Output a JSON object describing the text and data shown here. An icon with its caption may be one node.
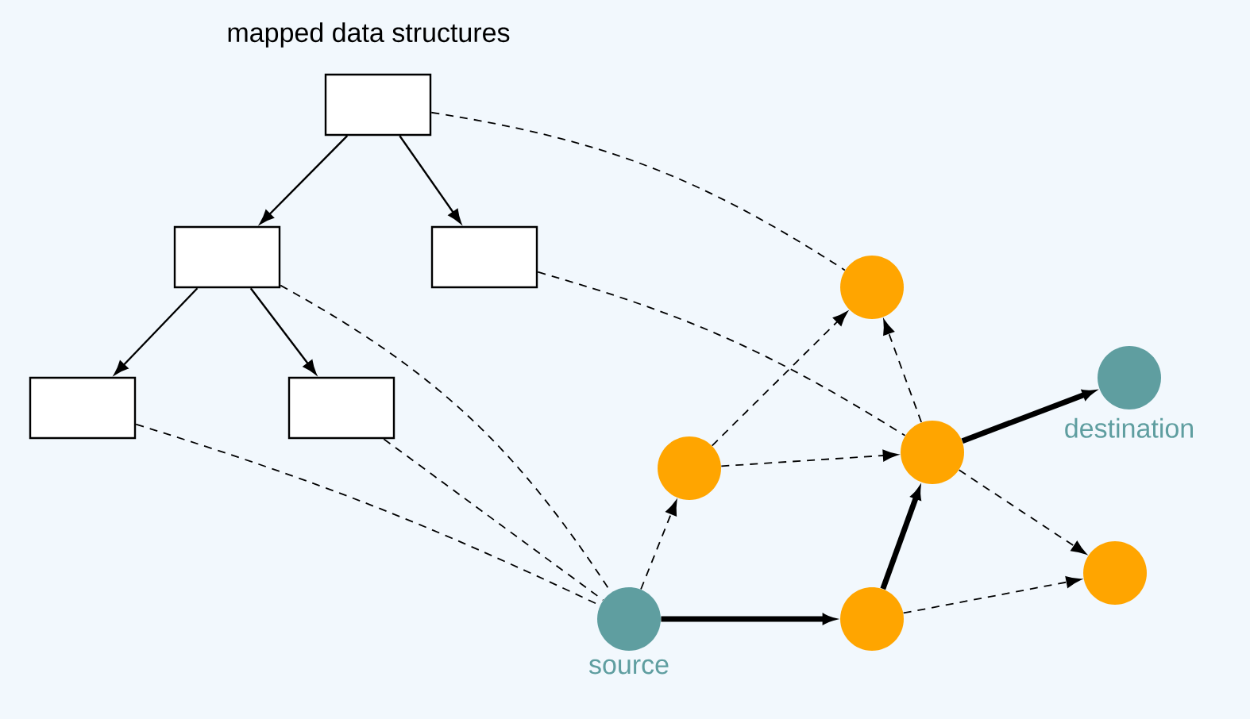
{
  "diagram": {
    "title": "mapped data structures",
    "nodes": [
      {
        "text": [],
        "shape": "box"
      },
      {
        "text": [],
        "shape": "box"
      },
      {
        "text": [],
        "shape": "box"
      },
      {
        "text": [],
        "shape": "box"
      },
      {
        "text": [],
        "shape": "box"
      },
      {
        "text": [],
        "shape": "circle",
        "beside": [
          "source"
        ]
      },
      {
        "text": [],
        "shape": "circle"
      },
      {
        "text": [],
        "shape": "circle"
      },
      {
        "text": [],
        "shape": "circle"
      },
      {
        "text": [],
        "shape": "circle",
        "beside": [
          "destination"
        ]
      },
      {
        "text": [],
        "shape": "circle"
      },
      {
        "text": [],
        "shape": "circle"
      }
    ],
    "edges": [
      {
        "from": 0,
        "to": 1,
        "arrow": "to"
      },
      {
        "from": 0,
        "to": 2,
        "arrow": "to"
      },
      {
        "from": 1,
        "to": 3,
        "arrow": "to"
      },
      {
        "from": 1,
        "to": 4,
        "arrow": "to"
      },
      {
        "from": 0,
        "to": 7,
        "arrow": "none",
        "style": "dashed"
      },
      {
        "from": 2,
        "to": 8,
        "arrow": "none",
        "style": "dashed"
      },
      {
        "from": 1,
        "to": 5,
        "arrow": "none",
        "style": "dashed"
      },
      {
        "from": 3,
        "to": 5,
        "arrow": "none",
        "style": "dashed"
      },
      {
        "from": 4,
        "to": 5,
        "arrow": "none",
        "style": "dashed"
      },
      {
        "from": 5,
        "to": 10,
        "arrow": "to",
        "style": "thick"
      },
      {
        "from": 10,
        "to": 8,
        "arrow": "to",
        "style": "thick"
      },
      {
        "from": 8,
        "to": 9,
        "arrow": "to",
        "style": "thick"
      },
      {
        "from": 5,
        "to": 6,
        "arrow": "to",
        "style": "dashed"
      },
      {
        "from": 6,
        "to": 7,
        "arrow": "to",
        "style": "dashed"
      },
      {
        "from": 6,
        "to": 8,
        "arrow": "to",
        "style": "dashed"
      },
      {
        "from": 10,
        "to": 11,
        "arrow": "to",
        "style": "dashed"
      },
      {
        "from": 8,
        "to": 7,
        "arrow": "to",
        "style": "dashed"
      },
      {
        "from": 8,
        "to": 11,
        "arrow": "to",
        "style": "dashed"
      }
    ]
  }
}
